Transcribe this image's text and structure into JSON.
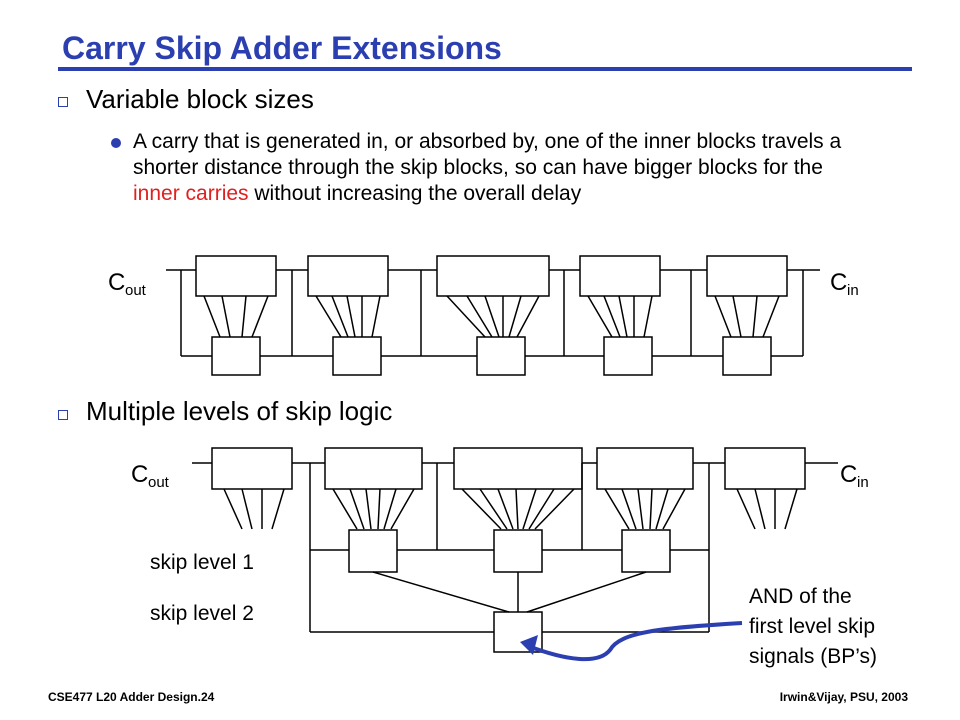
{
  "title": "Carry Skip Adder Extensions",
  "bullets": {
    "variable": "Variable block sizes",
    "multiple": "Multiple levels of skip logic"
  },
  "paragraph": {
    "part1": "A carry that is generated in, or absorbed by, one of the inner blocks travels a shorter distance through the skip blocks, so can have bigger blocks for the ",
    "highlight": "inner carries",
    "part2": " without increasing the overall delay"
  },
  "diagram1": {
    "cout_main": "C",
    "cout_sub": "out",
    "cin_main": "C",
    "cin_sub": "in"
  },
  "diagram2": {
    "cout_main": "C",
    "cout_sub": "out",
    "cin_main": "C",
    "cin_sub": "in",
    "skip_level_1": "skip level 1",
    "skip_level_2": "skip level 2",
    "annotation": [
      "AND of the",
      "first level skip",
      "signals (BP’s)"
    ]
  },
  "footer": {
    "left": "CSE477  L20 Adder Design.24",
    "right": "Irwin&Vijay, PSU, 2003"
  },
  "colors": {
    "accent": "#2b3fb0",
    "highlight": "#e02020"
  }
}
